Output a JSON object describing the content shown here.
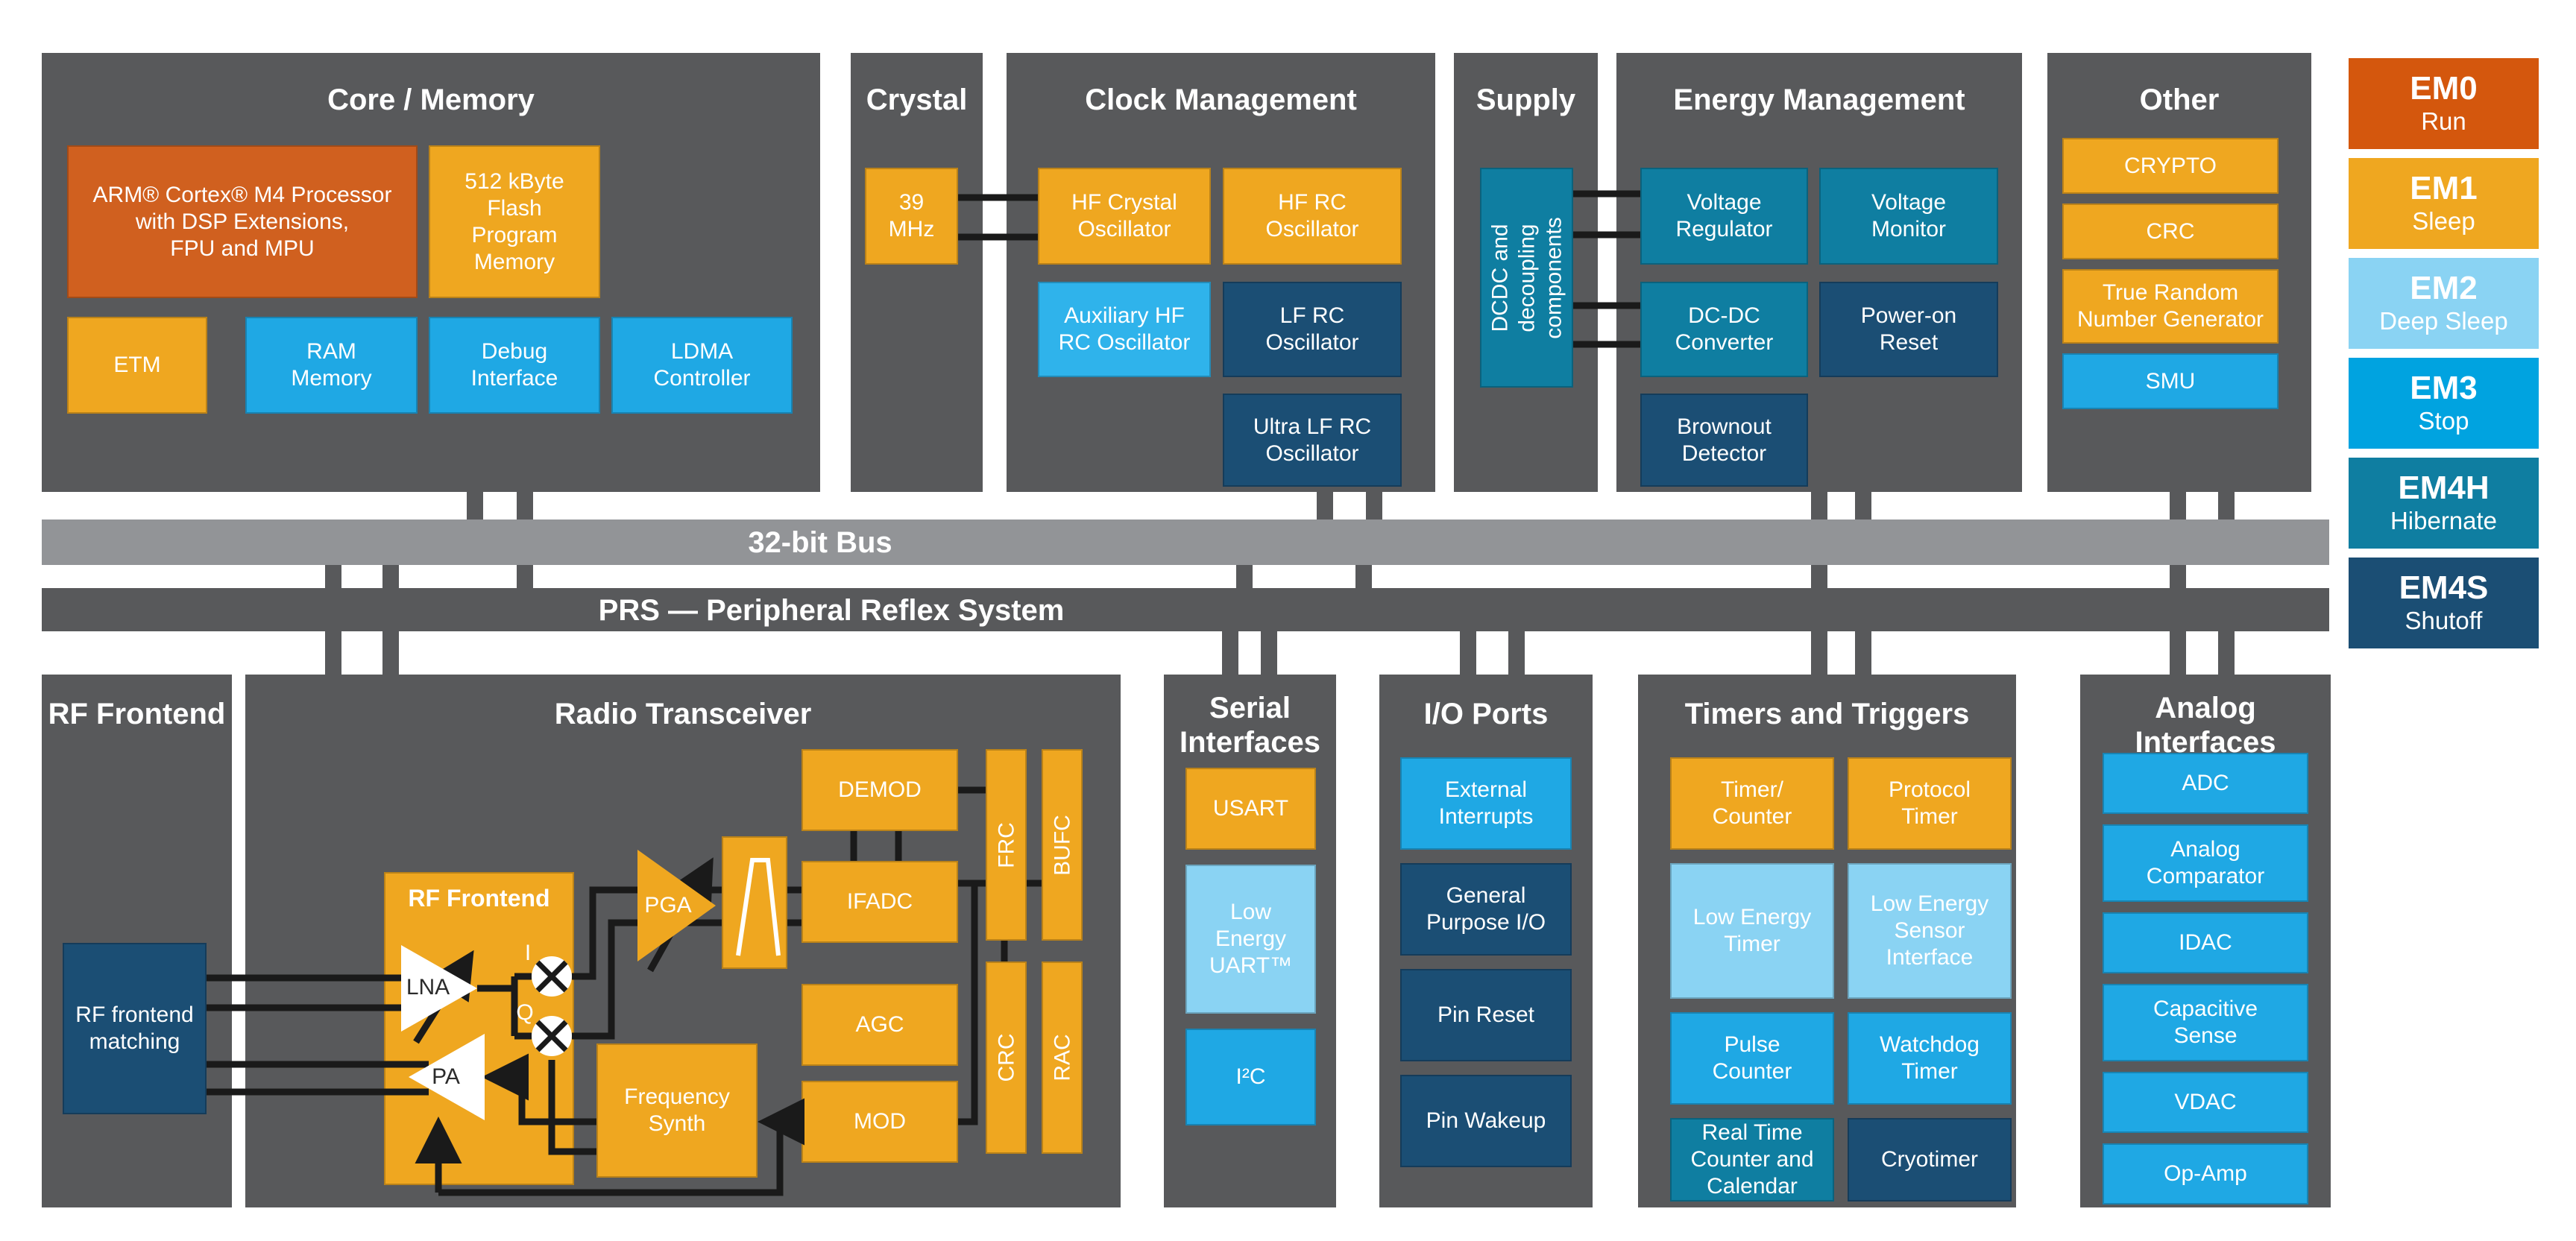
{
  "core": {
    "title": "Core / Memory",
    "arm": "ARM® Cortex® M4 Processor\nwith DSP Extensions,\nFPU and MPU",
    "flash": "512 kByte\nFlash\nProgram\nMemory",
    "etm": "ETM",
    "ram": "RAM\nMemory",
    "debug": "Debug\nInterface",
    "ldma": "LDMA\nController"
  },
  "crystal": {
    "title": "Crystal",
    "xtal": "39\nMHz"
  },
  "clock": {
    "title": "Clock Management",
    "hfxo": "HF Crystal\nOscillator",
    "hfrco": "HF RC\nOscillator",
    "auxhfrco": "Auxiliary HF\nRC Oscillator",
    "lfrco": "LF RC\nOscillator",
    "ulfrco": "Ultra LF RC\nOscillator"
  },
  "supply": {
    "title": "Supply",
    "dcdc": "DCDC and\ndecoupling\ncomponents"
  },
  "energy": {
    "title": "Energy Management",
    "vreg": "Voltage\nRegulator",
    "vmon": "Voltage\nMonitor",
    "dcdcconv": "DC-DC\nConverter",
    "por": "Power-on\nReset",
    "brownout": "Brownout\nDetector"
  },
  "other": {
    "title": "Other",
    "crypto": "CRYPTO",
    "crc": "CRC",
    "trng": "True Random\nNumber Generator",
    "smu": "SMU"
  },
  "buses": {
    "bus32": "32-bit Bus",
    "prs": "PRS — Peripheral Reflex System"
  },
  "rf": {
    "title": "RF Frontend",
    "matching": "RF frontend\nmatching"
  },
  "radio": {
    "title": "Radio Transceiver",
    "sub_title": "RF Frontend",
    "lna": "LNA",
    "pa": "PA",
    "i": "I",
    "q": "Q",
    "pga": "PGA",
    "demod": "DEMOD",
    "ifadc": "IFADC",
    "agc": "AGC",
    "mod": "MOD",
    "fsynth": "Frequency\nSynth",
    "frc": "FRC",
    "bufc": "BUFC",
    "crc": "CRC",
    "rac": "RAC"
  },
  "serial": {
    "title": "Serial\nInterfaces",
    "usart": "USART",
    "leuart": "Low\nEnergy\nUART™",
    "i2c": "I²C"
  },
  "io": {
    "title": "I/O Ports",
    "ei": "External\nInterrupts",
    "gpio": "General\nPurpose I/O",
    "pinreset": "Pin Reset",
    "pinwakeup": "Pin Wakeup"
  },
  "timers": {
    "title": "Timers and Triggers",
    "tc": "Timer/\nCounter",
    "pt": "Protocol\nTimer",
    "letimer": "Low Energy\nTimer",
    "lesense": "Low Energy\nSensor\nInterface",
    "pcnt": "Pulse\nCounter",
    "wdog": "Watchdog\nTimer",
    "rtcc": "Real Time\nCounter and\nCalendar",
    "cryo": "Cryotimer"
  },
  "analog": {
    "title": "Analog\nInterfaces",
    "adc": "ADC",
    "acomp": "Analog\nComparator",
    "idac": "IDAC",
    "capsense": "Capacitive\nSense",
    "vdac": "VDAC",
    "opamp": "Op-Amp"
  },
  "legend": {
    "items": [
      {
        "code": "EM0",
        "label": "Run"
      },
      {
        "code": "EM1",
        "label": "Sleep"
      },
      {
        "code": "EM2",
        "label": "Deep Sleep"
      },
      {
        "code": "EM3",
        "label": "Stop"
      },
      {
        "code": "EM4H",
        "label": "Hibernate"
      },
      {
        "code": "EM4S",
        "label": "Shutoff"
      }
    ]
  },
  "colors": {
    "panel_gray": "#58595B",
    "bus_gray": "#929497",
    "orange": "#D0601F",
    "amber": "#EFA720",
    "blue": "#1FA8E4",
    "sky_blue": "#2FB3EB",
    "pale_blue": "#8AD3F3",
    "teal": "#0F7EA1",
    "navy": "#1B4E74",
    "wire_black": "#1A1A1A"
  }
}
